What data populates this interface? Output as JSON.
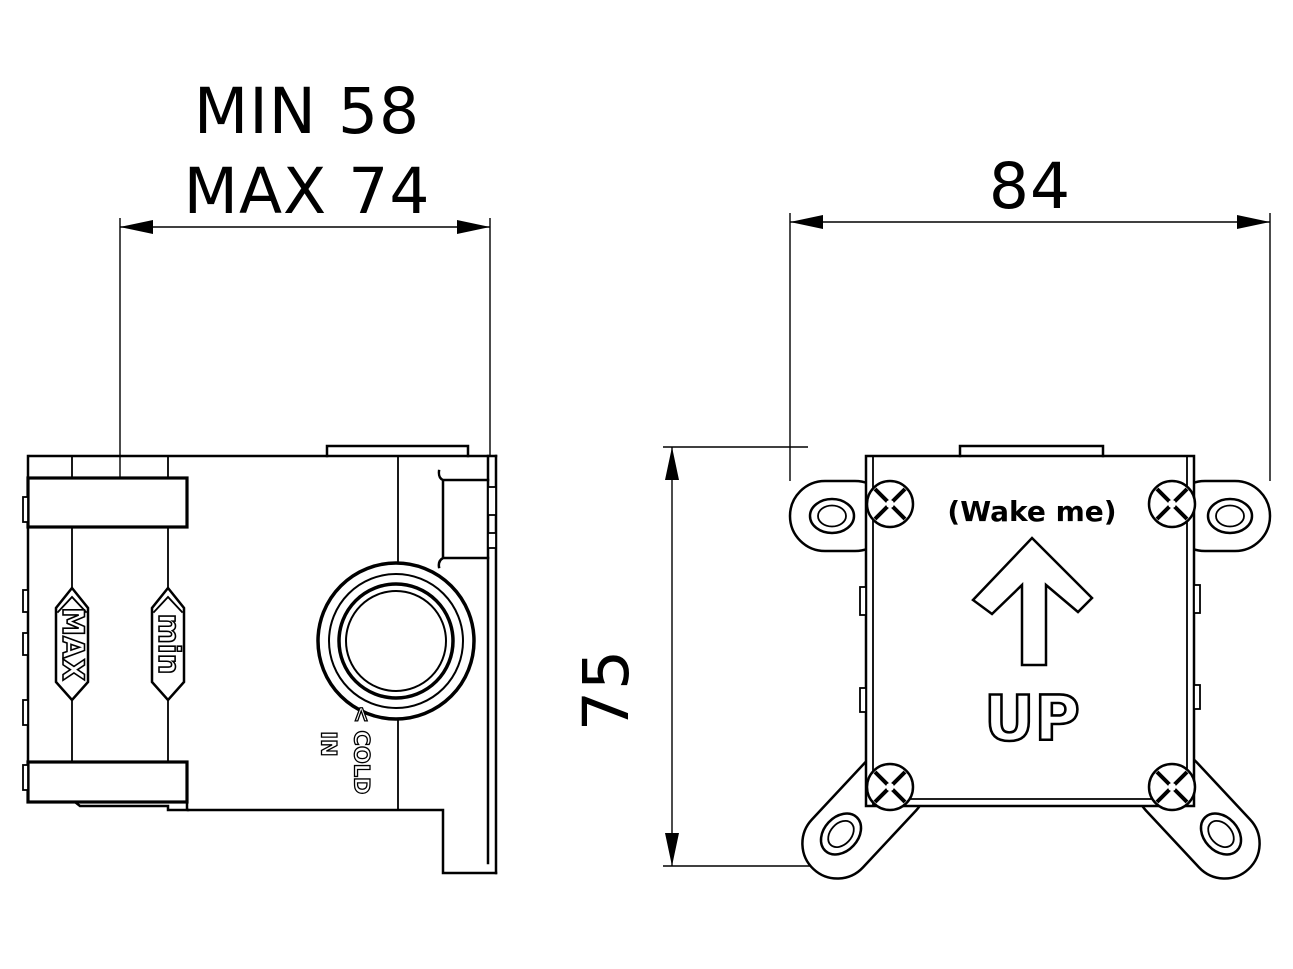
{
  "colors": {
    "ink": "#000000",
    "paper": "#ffffff"
  },
  "side_view": {
    "depth_dimension": {
      "min_label": "MIN 58",
      "max_label": "MAX 74"
    },
    "depth_marker_max": "MAX",
    "depth_marker_min": "min",
    "cold_inlet": {
      "arrow_and_word": "< COLD",
      "in_word": "IN"
    }
  },
  "front_view": {
    "width_dimension": "84",
    "height_dimension": "75",
    "brand_note": "(Wake me)",
    "orientation_label": "UP"
  }
}
